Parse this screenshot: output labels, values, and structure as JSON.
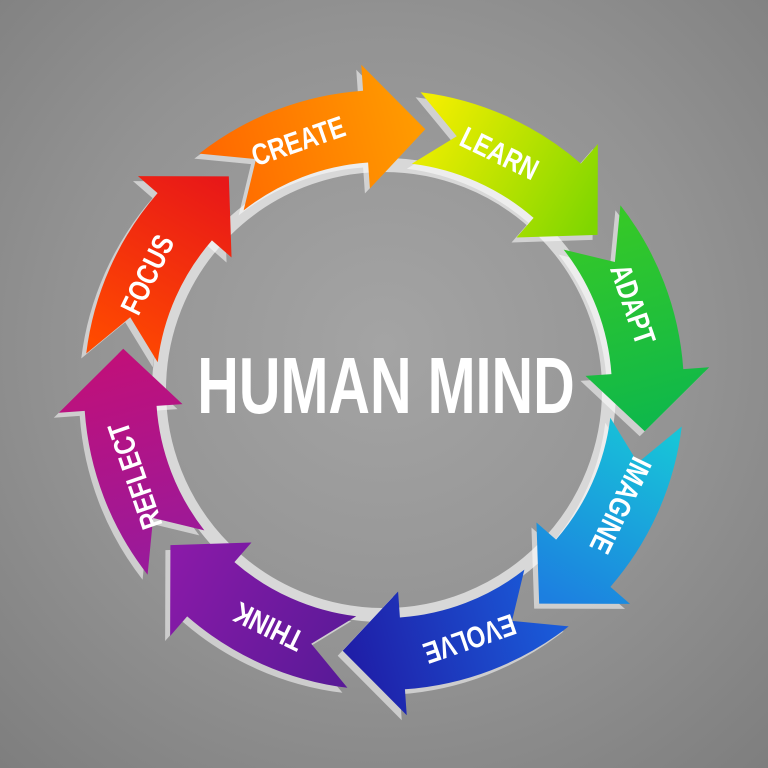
{
  "title": "HUMAN MIND",
  "steps": [
    {
      "label": "CREATE",
      "color_start": "#ff9a00",
      "color_end": "#ff6a00"
    },
    {
      "label": "LEARN",
      "color_start": "#7fd600",
      "color_end": "#f2ee00"
    },
    {
      "label": "ADAPT",
      "color_start": "#0fb84a",
      "color_end": "#35c828"
    },
    {
      "label": "IMAGINE",
      "color_start": "#1c7fe0",
      "color_end": "#18c4d8"
    },
    {
      "label": "EVOLVE",
      "color_start": "#1f1fa8",
      "color_end": "#1a5ad8"
    },
    {
      "label": "THINK",
      "color_start": "#8a1aa8",
      "color_end": "#5a1a98"
    },
    {
      "label": "REFLECT",
      "color_start": "#c0107a",
      "color_end": "#9a1a9a"
    },
    {
      "label": "FOCUS",
      "color_start": "#e81818",
      "color_end": "#ff4a00"
    }
  ]
}
